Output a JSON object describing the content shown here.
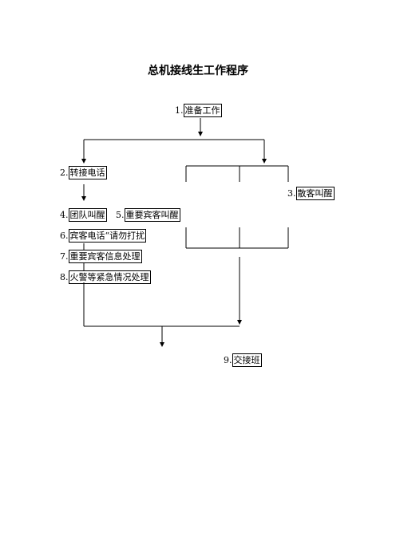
{
  "title": "总机接线生工作程序",
  "nodes": {
    "n1": {
      "num": "1.",
      "label": "准备工作"
    },
    "n2": {
      "num": "2.",
      "label": "转接电话"
    },
    "n3": {
      "num": "3.",
      "label": "散客叫醒"
    },
    "n4": {
      "num": "4.",
      "label": "团队叫醒"
    },
    "n5": {
      "num": "5.",
      "label": "重要宾客叫醒"
    },
    "n6": {
      "num": "6.",
      "label": "宾客电话“请勿打扰"
    },
    "n7": {
      "num": "7.",
      "label": "重要宾客信息处理"
    },
    "n8": {
      "num": "8.",
      "label": "火警等紧急情况处理"
    },
    "n9": {
      "num": "9.",
      "label": "交接班"
    }
  }
}
